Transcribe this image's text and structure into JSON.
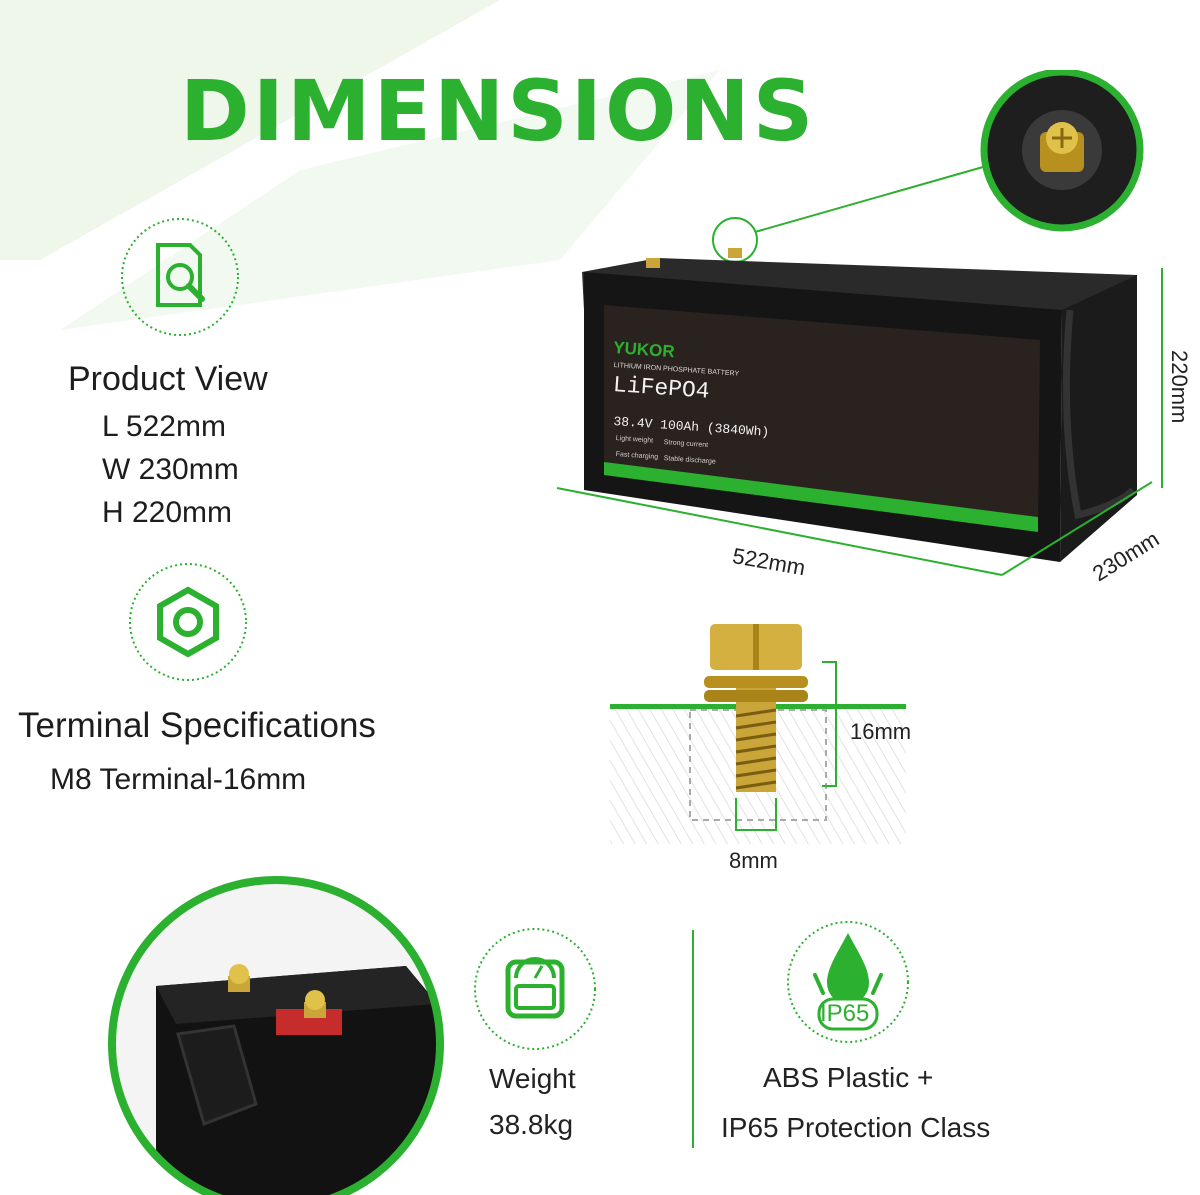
{
  "title": "DIMENSIONS",
  "product_view": {
    "heading": "Product View",
    "length": "L 522mm",
    "width": "W 230mm",
    "height": "H 220mm"
  },
  "terminal": {
    "heading": "Terminal Specifications",
    "spec": "M8 Terminal-16mm",
    "depth_label": "16mm",
    "diameter_label": "8mm"
  },
  "battery": {
    "brand": "YUKOR",
    "type_line": "LITHIUM IRON PHOSPHATE BATTERY",
    "chem": "LiFePO4",
    "rating": "38.4V 100Ah (3840Wh)",
    "features": [
      "Light weight",
      "Strong current",
      "Fast charging",
      "Stable discharge"
    ],
    "dim_length": "522mm",
    "dim_width": "230mm",
    "dim_height": "220mm"
  },
  "weight": {
    "label": "Weight",
    "value": "38.8kg"
  },
  "material": {
    "line1": "ABS Plastic +",
    "line2": "IP65 Protection Class",
    "badge": "IP65"
  },
  "colors": {
    "accent": "#2bb02f",
    "text": "#1d1d1d",
    "battery": "#151515"
  },
  "icons": [
    "document-search-icon",
    "hex-nut-icon",
    "scale-icon",
    "water-drop-icon"
  ]
}
